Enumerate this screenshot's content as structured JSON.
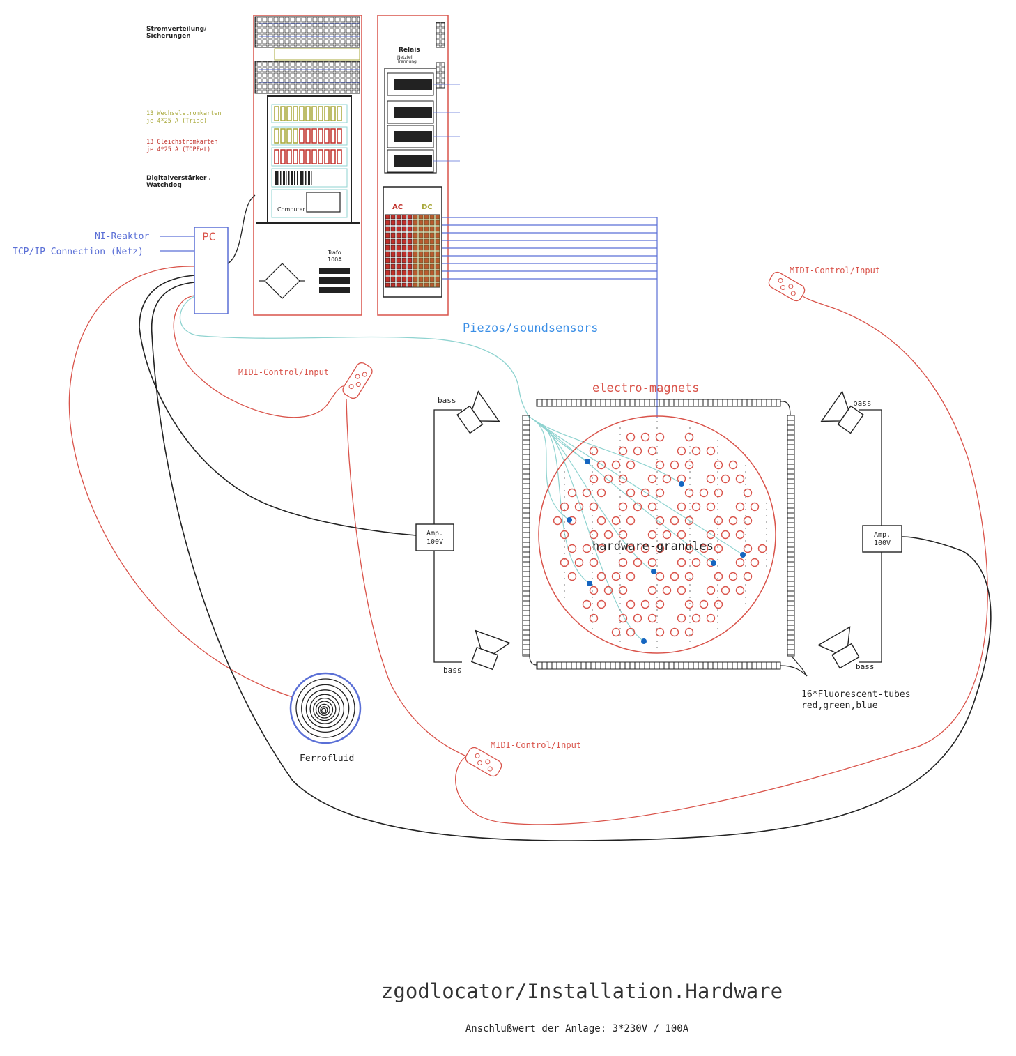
{
  "title": "zgodlocator/Installation.Hardware",
  "subtitle": "Anschlußwert der Anlage: 3*230V / 100A",
  "colors": {
    "red": "#d9534a",
    "blue": "#5a6fd6",
    "cyan": "#8fd3d0",
    "black": "#222222",
    "olive": "#a8a83a",
    "dark_red": "#c0302a",
    "dot_blue": "#1565c0",
    "sensor_blue": "#3a8ee6"
  },
  "cabinet_left": {
    "label_power": "Stromverteilung/\nSicherungen",
    "label_ac_cards": "13 Wechselstromkarten\nje 4*25 A (Triac)",
    "label_dc_cards": "13 Gleichstromkarten\nje 4*25 A (TOPFet)",
    "label_amp": "Digitalverstärker .\nWatchdog",
    "computer_label": "Computer",
    "trafo_label": "Trafo\n100A"
  },
  "cabinet_right": {
    "relais_label": "Relais",
    "relais_sub": "Netzteil\nTrennung",
    "ac_label": "AC",
    "dc_label": "DC"
  },
  "pc": {
    "label": "PC",
    "input_1": "NI-Reaktor",
    "input_2": "TCP/IP Connection (Netz)"
  },
  "labels": {
    "piezos": "Piezos/soundsensors",
    "electro_magnets": "electro-magnets",
    "granules": "hardware-granules",
    "fluorescent": "16*Fluorescent-tubes\nred,green,blue",
    "ferrofluid": "Ferrofluid",
    "midi_1": "MIDI-Control/Input",
    "midi_2": "MIDI-Control/Input",
    "midi_3": "MIDI-Control/Input",
    "bass_tl": "bass",
    "bass_bl": "bass",
    "bass_tr": "bass",
    "bass_br": "bass",
    "amp_left": "Amp.\n100V",
    "amp_right": "Amp.\n100V"
  }
}
